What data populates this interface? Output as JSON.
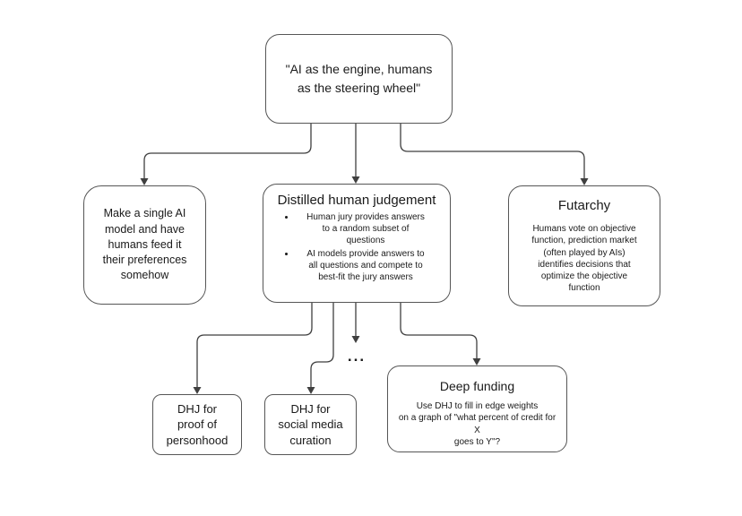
{
  "diagram": {
    "background_color": "#ffffff",
    "line_color": "#3f3f3f",
    "text_color": "#1a1a1a",
    "nodes": {
      "root": {
        "title": "\"AI as the engine, humans\nas the steering wheel\""
      },
      "single_model": {
        "body": "Make a single AI\nmodel and have\nhumans feed it\ntheir preferences\nsomehow"
      },
      "dhj": {
        "title": "Distilled human judgement",
        "bullets": [
          "Human jury provides answers\nto a random subset of\nquestions",
          "AI models provide answers to\nall questions and compete to\nbest-fit the jury answers"
        ]
      },
      "futarchy": {
        "title": "Futarchy",
        "body": "Humans vote on objective\nfunction, prediction market\n(often played by AIs)\nidentifies decisions that\noptimize the objective\nfunction"
      },
      "dhj_personhood": {
        "body": "DHJ for\nproof of\npersonhood"
      },
      "dhj_social": {
        "body": "DHJ for\nsocial media\ncuration"
      },
      "deep_funding": {
        "title": "Deep funding",
        "body": "Use DHJ to fill in edge weights\non a graph of \"what percent of credit for X\ngoes to Y\"?"
      },
      "ellipsis": "..."
    }
  }
}
